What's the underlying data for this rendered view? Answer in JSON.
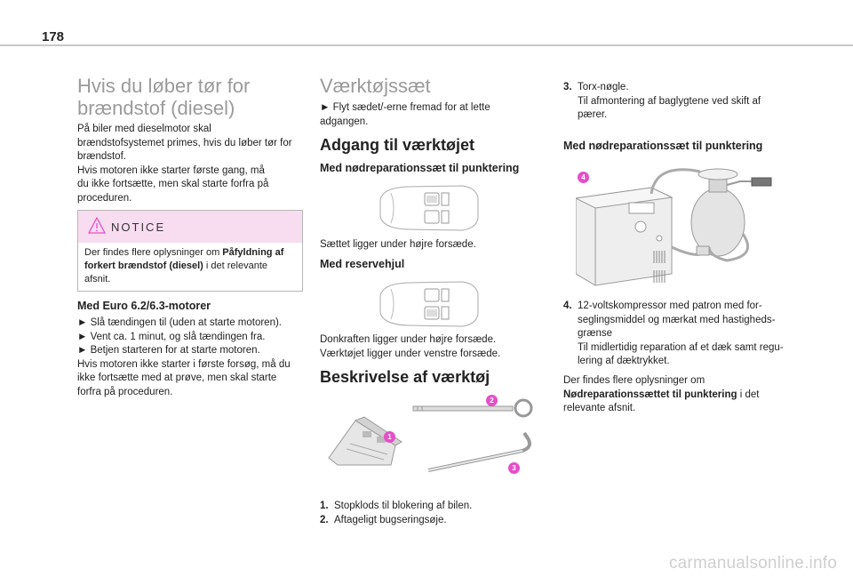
{
  "page_number": "178",
  "col1": {
    "title_line1": "Hvis du løber tør for",
    "title_line2": "brændstof (diesel)",
    "intro": [
      "På biler med dieselmotor skal",
      "brændstofsystemet primes, hvis du løber tør for",
      "brændstof.",
      "Hvis motoren ikke starter første gang, må",
      "du ikke fortsætte, men skal starte forfra på",
      "proceduren."
    ],
    "notice": {
      "title": "NOTICE",
      "line1_pre": "Der findes flere oplysninger om ",
      "line1_bold": "Påfyldning af",
      "line2_bold": "forkert brændstof (diesel)",
      "line2_post": " i det relevante",
      "line3": "afsnit."
    },
    "subheading": "Med Euro 6.2/6.3-motorer",
    "steps": [
      "► Slå tændingen til (uden at starte motoren).",
      "► Vent ca. 1 minut, og slå tændingen fra.",
      "► Betjen starteren for at starte motoren."
    ],
    "outro": [
      "Hvis motoren ikke starter i første forsøg, må du",
      "ikke fortsætte med at prøve, men skal starte",
      "forfra på proceduren."
    ]
  },
  "col2": {
    "title": "Værktøjssæt",
    "move_seat": [
      "► Flyt sædet/-erne fremad for at lette",
      "adgangen."
    ],
    "access_heading": "Adgang til værktøjet",
    "kit_heading": "Med nødreparationssæt til punktering",
    "kit_caption": "Sættet ligger under højre forsæde.",
    "spare_heading": "Med reservehjul",
    "spare_caption": [
      "Donkraften ligger under højre forsæde.",
      "Værktøjet ligger under venstre forsæde."
    ],
    "desc_heading": "Beskrivelse af værktøj",
    "items": [
      {
        "num": "1.",
        "text": "Stopklods til blokering af bilen."
      },
      {
        "num": "2.",
        "text": "Aftageligt bugseringsøje."
      }
    ],
    "badges": [
      "1",
      "2",
      "3"
    ]
  },
  "col3": {
    "item3_num": "3.",
    "item3_lines": [
      "Torx-nøgle.",
      "Til afmontering af baglygtene ved skift af",
      "pærer."
    ],
    "kit_heading": "Med nødreparationssæt til punktering",
    "badge": "4",
    "item4_num": "4.",
    "item4_lines": [
      "12-voltskompressor med patron med for-",
      "seglingsmiddel og mærkat med hastigheds-",
      "grænse",
      "Til midlertidig reparation af et dæk samt regu-",
      "lering af dæktrykket."
    ],
    "more_pre": "Der findes flere oplysninger om",
    "more_bold": "Nødreparationssættet til punktering",
    "more_post": " i det",
    "more_line3": "relevante afsnit."
  },
  "watermark": "carmanualsonline.info",
  "colors": {
    "heading_grey": "#9a9a9a",
    "notice_pink": "#f8dcef",
    "badge_magenta": "#e44fc8"
  }
}
